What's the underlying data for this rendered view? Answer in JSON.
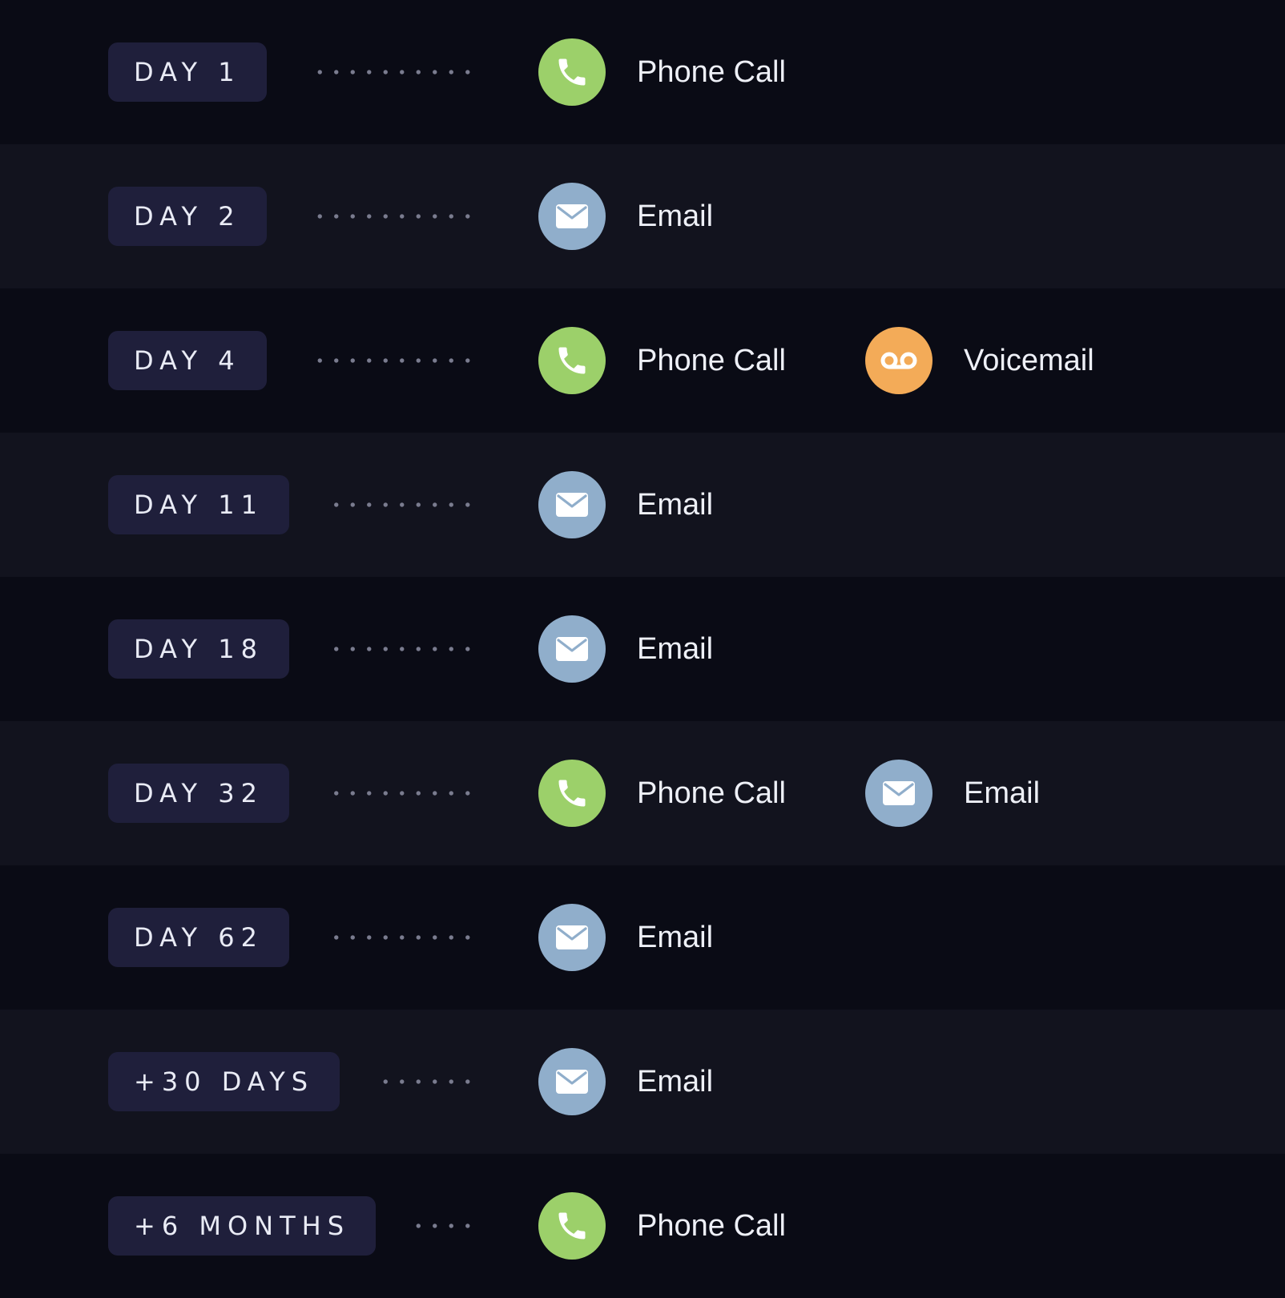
{
  "colors": {
    "background": "#0a0b15",
    "row_alt": "#12131e",
    "badge": "#1f1f3b",
    "phone": "#9cd06a",
    "email": "#90aecb",
    "voicemail": "#f3ab58",
    "text": "#eef0f7"
  },
  "icons": {
    "phone": "phone-icon",
    "email": "envelope-icon",
    "voicemail": "voicemail-icon"
  },
  "steps": [
    {
      "label": "DAY 1",
      "actions": [
        {
          "type": "phone",
          "label": "Phone Call"
        }
      ]
    },
    {
      "label": "DAY 2",
      "actions": [
        {
          "type": "email",
          "label": "Email"
        }
      ]
    },
    {
      "label": "DAY 4",
      "actions": [
        {
          "type": "phone",
          "label": "Phone Call"
        },
        {
          "type": "voicemail",
          "label": "Voicemail"
        }
      ]
    },
    {
      "label": "DAY 11",
      "actions": [
        {
          "type": "email",
          "label": "Email"
        }
      ]
    },
    {
      "label": "DAY 18",
      "actions": [
        {
          "type": "email",
          "label": "Email"
        }
      ]
    },
    {
      "label": "DAY 32",
      "actions": [
        {
          "type": "phone",
          "label": "Phone Call"
        },
        {
          "type": "email",
          "label": "Email"
        }
      ]
    },
    {
      "label": "DAY 62",
      "actions": [
        {
          "type": "email",
          "label": "Email"
        }
      ]
    },
    {
      "label": "+30 DAYS",
      "actions": [
        {
          "type": "email",
          "label": "Email"
        }
      ]
    },
    {
      "label": "+6 MONTHS",
      "actions": [
        {
          "type": "phone",
          "label": "Phone Call"
        }
      ]
    }
  ]
}
